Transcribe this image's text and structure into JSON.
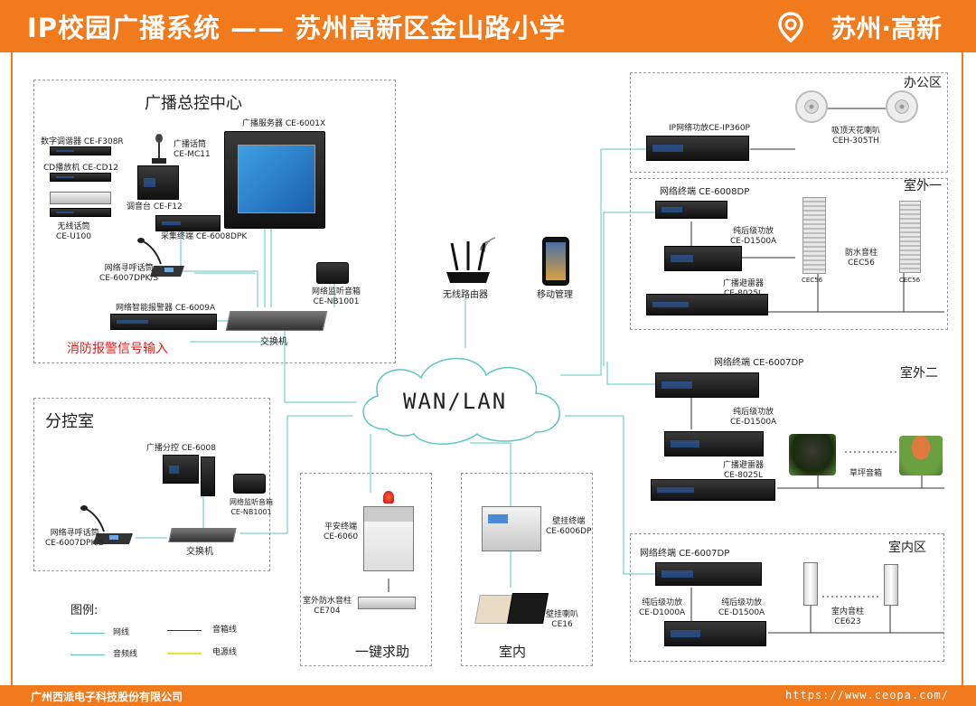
{
  "header": {
    "title": "IP校园广播系统 —— 苏州高新区金山路小学",
    "location": "苏州·高新"
  },
  "sections": {
    "control_center": "广播总控中心",
    "sub_control": "分控室",
    "office": "办公区",
    "outdoor1": "室外一",
    "outdoor2": "室外二",
    "indoor_area": "室内区",
    "one_key": "一键求助",
    "indoor": "室内"
  },
  "control_center": {
    "server": "广播服务器 CE-6001X",
    "tuner": "数字调谐器 CE-F308R",
    "cd": "CD播放机 CE-CD12",
    "mic": "广播话筒\nCE-MC11",
    "mixer": "调音台 CE-F12",
    "wireless": "无线话筒\nCE-U100",
    "capture": "采集终端 CE-6008DPK",
    "paging": "网络寻呼话筒\nCE-6007DPK/S",
    "monitor": "网络监听音箱\nCE-NB1001",
    "alarm": "网络智能报警器 CE-6009A",
    "switch": "交换机",
    "fire_input": "消防报警信号输入"
  },
  "sub_control": {
    "host": "广播分控 CE-6008",
    "monitor": "网络监听音箱\nCE-NB1001",
    "paging": "网络寻呼话筒\nCE-6007DPK/S",
    "switch": "交换机"
  },
  "center": {
    "router": "无线路由器",
    "mobile": "移动管理",
    "cloud": "WAN/LAN"
  },
  "office": {
    "amp": "IP网络功放CE-IP360P",
    "speaker": "吸顶天花喇叭\nCEH-305TH"
  },
  "outdoor1": {
    "terminal": "网络终端 CE-6008DP",
    "amp": "纯后级功放\nCE-D1500A",
    "surge": "广播避雷器\nCE-8025L",
    "speaker": "防水音柱\nCEC56",
    "tag1": "CEC56",
    "tag2": "CEC56"
  },
  "outdoor2": {
    "terminal": "网络终端 CE-6007DP",
    "amp": "纯后级功放\nCE-D1500A",
    "surge": "广播避雷器\nCE-8025L",
    "speaker": "草坪音箱"
  },
  "indoor_area": {
    "terminal": "网络终端 CE-6007DP",
    "amp1": "纯后级功放\nCE-D1000A",
    "amp2": "纯后级功放\nCE-D1500A",
    "speaker": "室内音柱\nCE623"
  },
  "one_key": {
    "terminal": "平安终端\nCE-6060",
    "speaker": "室外防水音柱\nCE704"
  },
  "indoor": {
    "terminal": "壁挂终端\nCE-6006DP",
    "speaker": "壁挂喇叭\nCE16"
  },
  "legend": {
    "title": "图例:",
    "network": "网线",
    "speaker_line": "音箱线",
    "audio": "音频线",
    "power": "电源线"
  },
  "colors": {
    "brand": "#f07a1c",
    "network_line": "#5fc7c0",
    "speaker_line": "#333333",
    "audio_line": "#5fc7c0",
    "power_line": "#e8e23a",
    "alarm_text": "#e0201a"
  },
  "footer": {
    "company": "广州西派电子科技股份有限公司",
    "url": "https://www.ceopa.com/"
  }
}
